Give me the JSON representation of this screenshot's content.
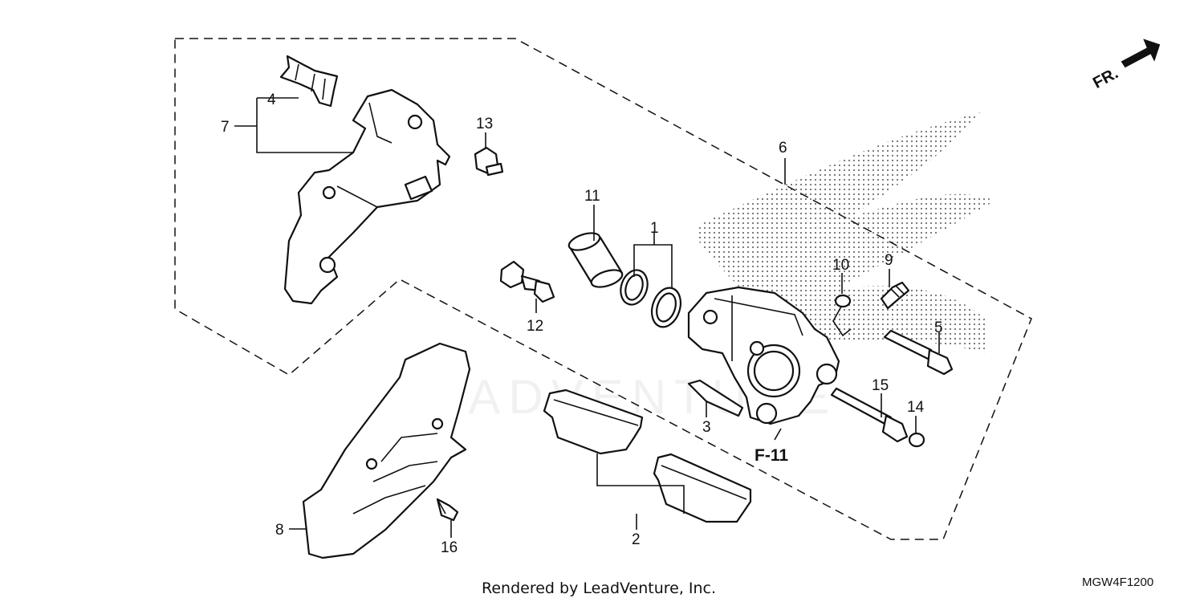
{
  "diagram": {
    "callouts": [
      "1",
      "2",
      "3",
      "4",
      "5",
      "6",
      "7",
      "8",
      "9",
      "10",
      "11",
      "12",
      "13",
      "14",
      "15",
      "16"
    ],
    "figure_ref": "F-11",
    "direction_label": "FR.",
    "footer_credit": "Rendered by LeadVenture, Inc.",
    "diagram_code": "MGW4F1200",
    "watermark": "LEADVENTURE"
  }
}
